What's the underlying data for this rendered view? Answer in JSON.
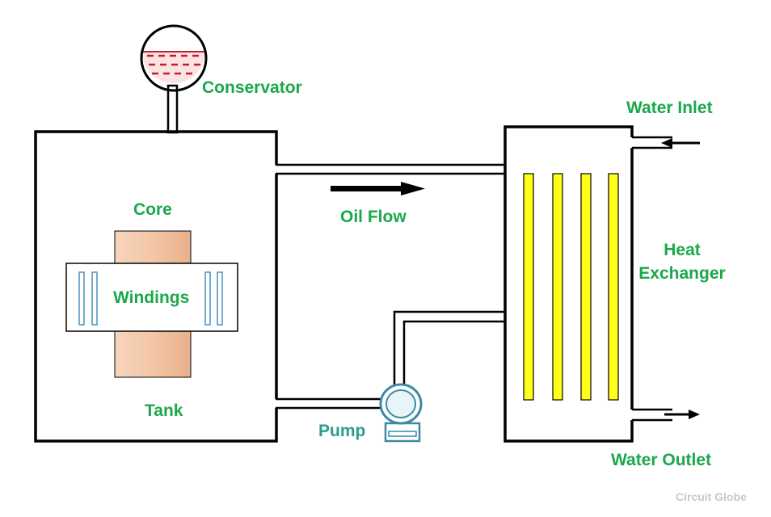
{
  "labels": {
    "conservator": "Conservator",
    "core": "Core",
    "windings": "Windings",
    "tank": "Tank",
    "oil_flow": "Oil Flow",
    "pump": "Pump",
    "water_inlet": "Water Inlet",
    "water_outlet": "Water Outlet",
    "heat_exchanger_line1": "Heat",
    "heat_exchanger_line2": "Exchanger"
  },
  "watermark": "Circuit Globe",
  "colors": {
    "label_green": "#1aa84a",
    "pump_label": "#2a9d8f",
    "outline": "#000000",
    "core_fill": "#f2c6a6",
    "conservator_oil": "#c0202a",
    "winding_bar": "#4a90c2",
    "exchanger_tube": "#ffff1a",
    "watermark": "#c8c8c8"
  }
}
